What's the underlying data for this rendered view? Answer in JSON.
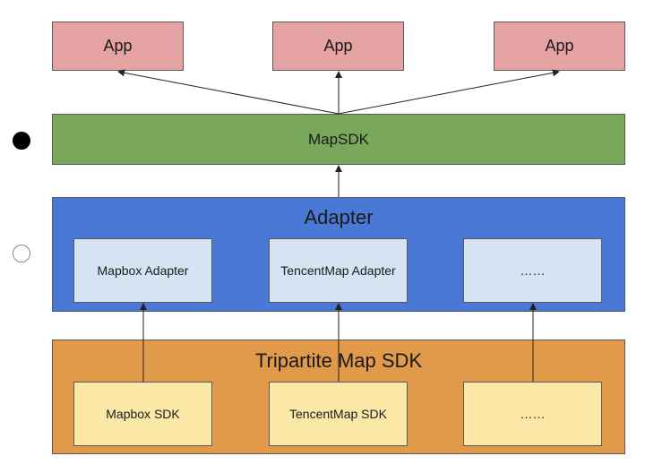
{
  "apps": [
    "App",
    "App",
    "App"
  ],
  "mapsdk": {
    "label": "MapSDK"
  },
  "adapter": {
    "title": "Adapter",
    "items": [
      "Mapbox Adapter",
      "TencentMap Adapter",
      "……"
    ]
  },
  "tripartite": {
    "title": "Tripartite Map SDK",
    "items": [
      "Mapbox SDK",
      "TencentMap SDK",
      "……"
    ]
  },
  "colors": {
    "app": "#e6a3a3",
    "mapsdk": "#79a85a",
    "adapter": "#4a78d6",
    "adapter_item": "#d6e3f3",
    "tripartite": "#e1994a",
    "sdk_item": "#fbe8a6"
  }
}
